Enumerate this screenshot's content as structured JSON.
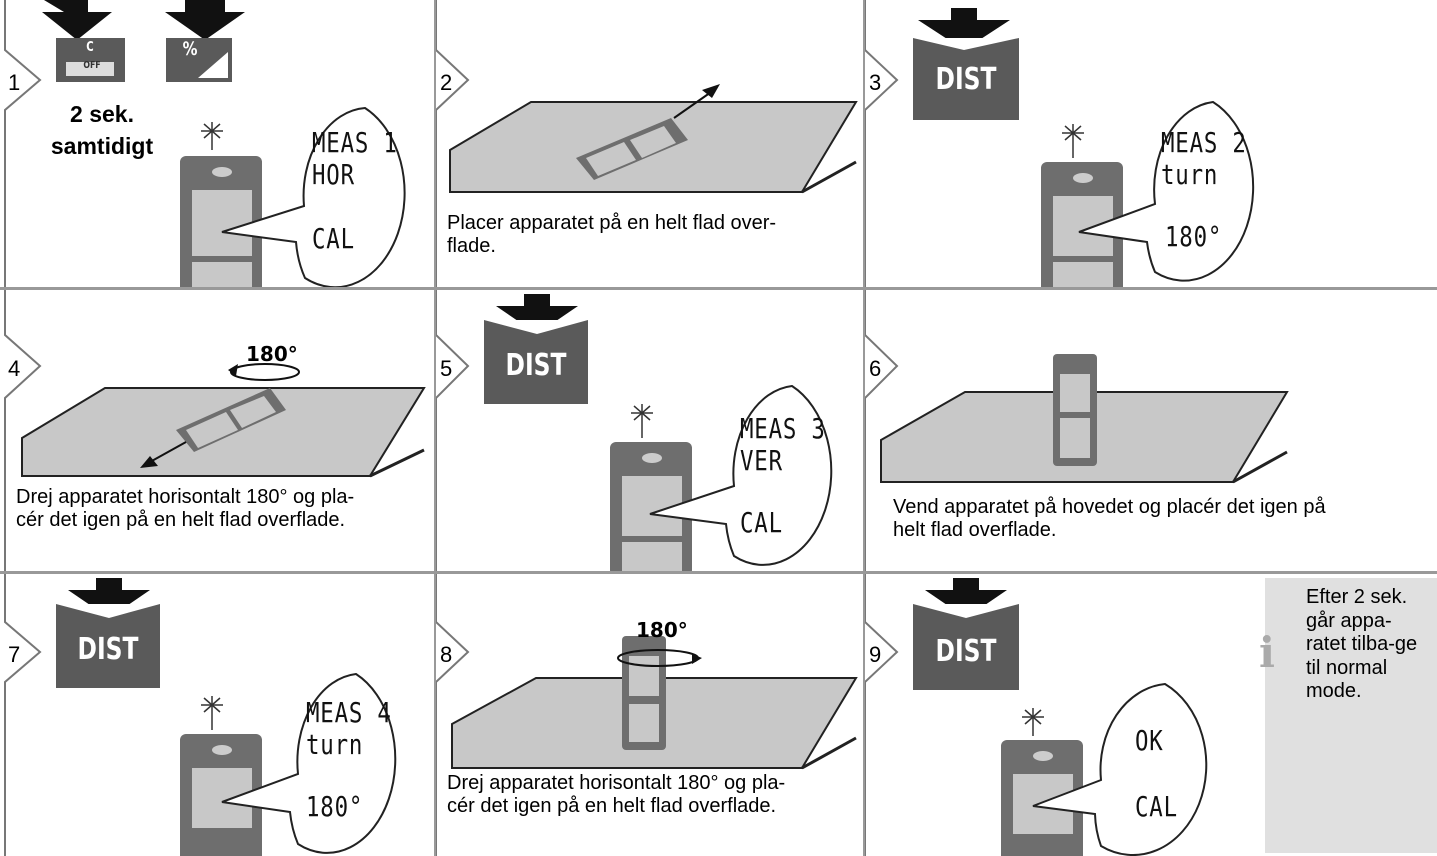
{
  "steps": [
    {
      "num": "1",
      "caption_bold": "2 sek.\nsamtidigt",
      "lcd": [
        "MEAS 1",
        "HOR",
        "CAL"
      ],
      "keys": [
        "C OFF",
        "%"
      ]
    },
    {
      "num": "2",
      "caption": "Placer apparatet på en helt flad over-\nflade."
    },
    {
      "num": "3",
      "key": "DIST",
      "lcd": [
        "MEAS 2",
        "turn",
        "180°"
      ]
    },
    {
      "num": "4",
      "rot": "180°",
      "caption": "Drej apparatet horisontalt 180° og pla-\ncér det igen på en helt flad overflade."
    },
    {
      "num": "5",
      "key": "DIST",
      "lcd": [
        "MEAS 3",
        "VER",
        "CAL"
      ]
    },
    {
      "num": "6",
      "caption": "Vend apparatet på hovedet og placér det igen på\nhelt flad overflade."
    },
    {
      "num": "7",
      "key": "DIST",
      "lcd": [
        "MEAS 4",
        "turn",
        "180°"
      ]
    },
    {
      "num": "8",
      "rot": "180°",
      "caption": "Drej apparatet horisontalt 180° og pla-\ncér det igen på en helt flad overflade."
    },
    {
      "num": "9",
      "key": "DIST",
      "lcd": [
        "OK",
        "",
        "CAL"
      ]
    }
  ],
  "info": {
    "icon": "info-icon",
    "text": "Efter 2 sek. går appa-ratet tilba-ge til normal mode."
  },
  "colors": {
    "key": "#5a5a5a",
    "surface": "#c8c8c8",
    "device": "#6e6e6e",
    "grid": "#999999"
  }
}
